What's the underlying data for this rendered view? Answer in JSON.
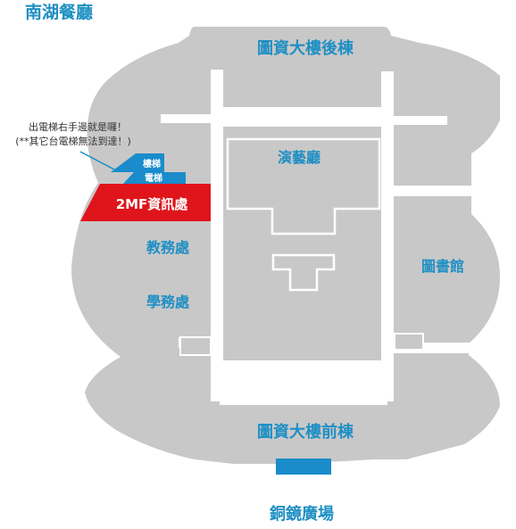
{
  "places": {
    "nanhu_restaurant": "南湖餐廳",
    "rear_building": "圖資大樓後棟",
    "auditorium": "演藝廳",
    "library": "圖書館",
    "academic_affairs": "教務處",
    "student_affairs": "學務處",
    "front_building": "圖資大樓前棟",
    "copper_mirror_plaza": "銅鏡廣場",
    "stairs": "樓梯",
    "elevator": "電梯",
    "info_desk": "2MF資訊處"
  },
  "note": {
    "line1": "出電梯右手邊就是囉！",
    "line2": "(**其它台電梯無法到達！)"
  },
  "colors": {
    "building": "#c8c8c8",
    "label_blue": "#1f8fc4",
    "highlight_red": "#e0141b",
    "elevator_blue": "#1a8ccc",
    "white": "#ffffff"
  }
}
